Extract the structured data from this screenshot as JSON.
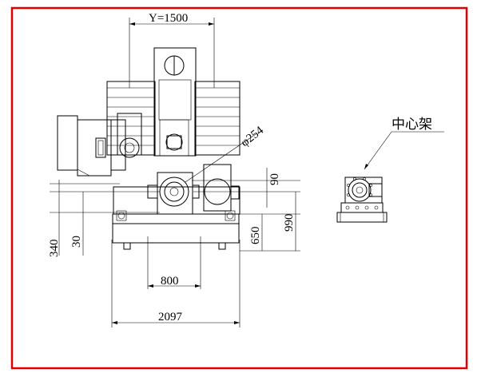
{
  "frame": {
    "border_color": "#e00000",
    "line_color": "#000000"
  },
  "dimensions": {
    "y_travel": "Y=1500",
    "diameter": "φ254",
    "h_90": "90",
    "h_650": "650",
    "h_990": "990",
    "v_340": "340",
    "v_30": "30",
    "w_800": "800",
    "w_2097": "2097"
  },
  "labels": {
    "center_rest": "中心架"
  }
}
